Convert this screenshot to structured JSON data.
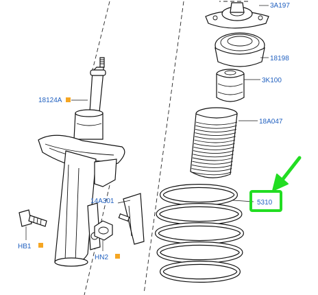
{
  "colors": {
    "label": "#1f5fbf",
    "marker": "#f5a623",
    "highlight": "#22dd22",
    "line": "#111111"
  },
  "labels": {
    "top_mount": "3A197",
    "bearing": "18198",
    "bump_stop": "3K100",
    "dust_boot": "18A047",
    "spring": "5310",
    "strut": "18124A",
    "bracket_bolt": "14A301",
    "bolt": "HB1",
    "nut": "HN2"
  },
  "icons": {
    "marker": "orange-square-icon",
    "pointer": "green-arrow-icon"
  }
}
